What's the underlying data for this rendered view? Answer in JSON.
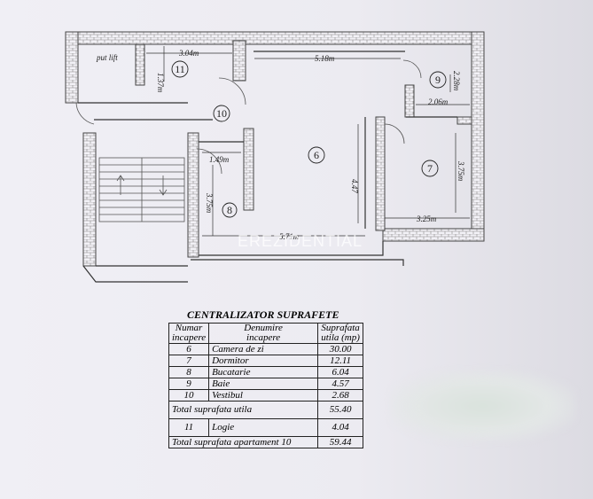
{
  "plan": {
    "lift_label": "put lift",
    "dims": {
      "d_304": "3.04m",
      "d_518": "5.18m",
      "d_137": "1.37m",
      "d_228": "2.28m",
      "d_206": "2.06m",
      "d_149": "1.49m",
      "d_375a": "3.75m",
      "d_375b": "3.75m",
      "d_447": "4.47",
      "d_571": "5.71m",
      "d_325": "3.25m"
    },
    "rooms": [
      "11",
      "10",
      "9",
      "6",
      "7",
      "8"
    ]
  },
  "watermark": "EREZIDENTIAL",
  "table": {
    "title": "CENTRALIZATOR SUPRAFETE",
    "head": {
      "num_1": "Numar",
      "num_2": "incapere",
      "name_1": "Denumire",
      "name_2": "incapere",
      "area_1": "Suprafata",
      "area_2": "utila (mp)"
    },
    "rows": [
      {
        "num": "6",
        "name": "Camera de zi",
        "area": "30.00"
      },
      {
        "num": "7",
        "name": "Dormitor",
        "area": "12.11"
      },
      {
        "num": "8",
        "name": "Bucatarie",
        "area": "6.04"
      },
      {
        "num": "9",
        "name": "Baie",
        "area": "4.57"
      },
      {
        "num": "10",
        "name": "Vestibul",
        "area": "2.68"
      }
    ],
    "total_util_label": "Total suprafata utila",
    "total_util_value": "55.40",
    "logie": {
      "num": "11",
      "name": "Logie",
      "area": "4.04"
    },
    "total_apt_label": "Total suprafata apartament 10",
    "total_apt_value": "59.44"
  }
}
